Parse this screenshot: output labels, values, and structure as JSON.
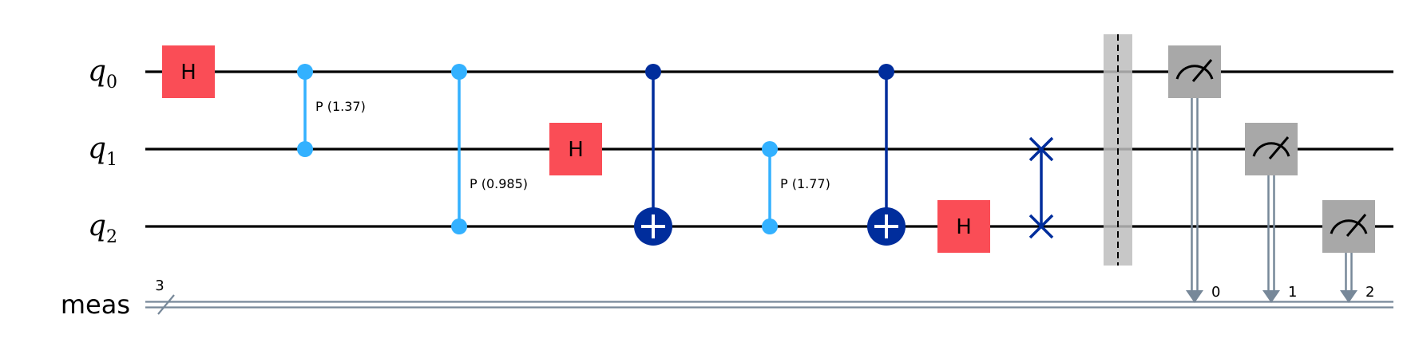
{
  "colors": {
    "h_gate": "#FA4D56",
    "cphase": "#33B1FF",
    "cnot": "#002D9C",
    "swap": "#002D9C",
    "measure": "#A8A8A8",
    "barrier": "#BDBDBD",
    "classical": "#778899",
    "wire": "#000000"
  },
  "qubits": [
    {
      "name": "q",
      "index": "0"
    },
    {
      "name": "q",
      "index": "1"
    },
    {
      "name": "q",
      "index": "2"
    }
  ],
  "classical_register": {
    "name": "meas",
    "size": "3"
  },
  "gates": [
    {
      "type": "h",
      "label": "H",
      "qubit": 0,
      "col": 0
    },
    {
      "type": "cp",
      "label": "P (1.37)",
      "qubits": [
        0,
        1
      ],
      "col": 1
    },
    {
      "type": "cp",
      "label": "P (0.985)",
      "qubits": [
        0,
        2
      ],
      "col": 2
    },
    {
      "type": "h",
      "label": "H",
      "qubit": 1,
      "col": 3
    },
    {
      "type": "cx",
      "control": 0,
      "target": 2,
      "col": 4
    },
    {
      "type": "cp",
      "label": "P (1.77)",
      "qubits": [
        1,
        2
      ],
      "col": 5
    },
    {
      "type": "cx",
      "control": 0,
      "target": 2,
      "col": 6
    },
    {
      "type": "h",
      "label": "H",
      "qubit": 2,
      "col": 7
    },
    {
      "type": "swap",
      "qubits": [
        1,
        2
      ],
      "col": 8
    },
    {
      "type": "barrier",
      "col": 9
    },
    {
      "type": "measure",
      "qubit": 0,
      "clbit": "0",
      "col": 10
    },
    {
      "type": "measure",
      "qubit": 1,
      "clbit": "1",
      "col": 11
    },
    {
      "type": "measure",
      "qubit": 2,
      "clbit": "2",
      "col": 12
    }
  ]
}
